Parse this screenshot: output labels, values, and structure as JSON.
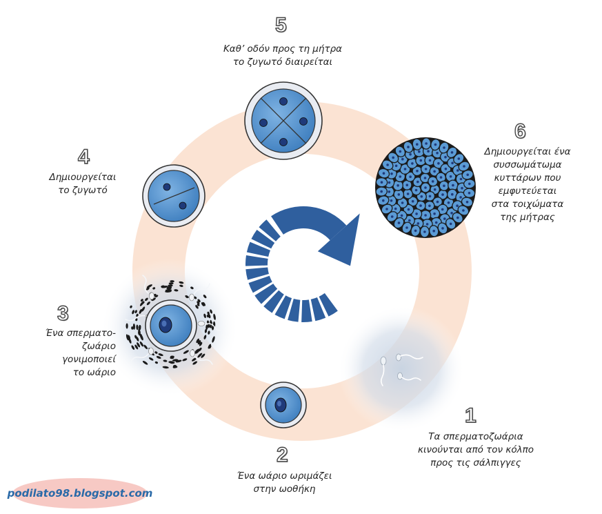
{
  "stages": [
    {
      "number": "1",
      "caption": "Τα σπερματοζωάρια\nκινούνται από τον κόλπο\nπρος τις σάλπιγγες"
    },
    {
      "number": "2",
      "caption": "Ένα ωάριο ωριμάζει\nστην ωοθήκη"
    },
    {
      "number": "3",
      "caption": "Ένα σπερματο-\nζωάριο\nγονιμοποιεί\nτο ωάριο"
    },
    {
      "number": "4",
      "caption": "Δημιουργείται\nτο ζυγωτό"
    },
    {
      "number": "5",
      "caption": "Καθ’ οδόν προς τη μήτρα\nτο ζυγωτό διαιρείται"
    },
    {
      "number": "6",
      "caption": "Δημιουργείται ένα\nσυσσωμάτωμα\nκυττάρων που\nεμφυτεύεται\nστα τοιχώματα\nτης μήτρας"
    }
  ],
  "watermark": "podilato98.blogspot.com",
  "colors": {
    "ring": "#fbe3d3",
    "cell_fill": "#5b9bd5",
    "cell_nucleus": "#1f3a7a",
    "arrow": "#2f5f9e",
    "outline": "#333333",
    "watermark_bg": "#f7c9c4",
    "watermark_text": "#2a6aa8"
  }
}
